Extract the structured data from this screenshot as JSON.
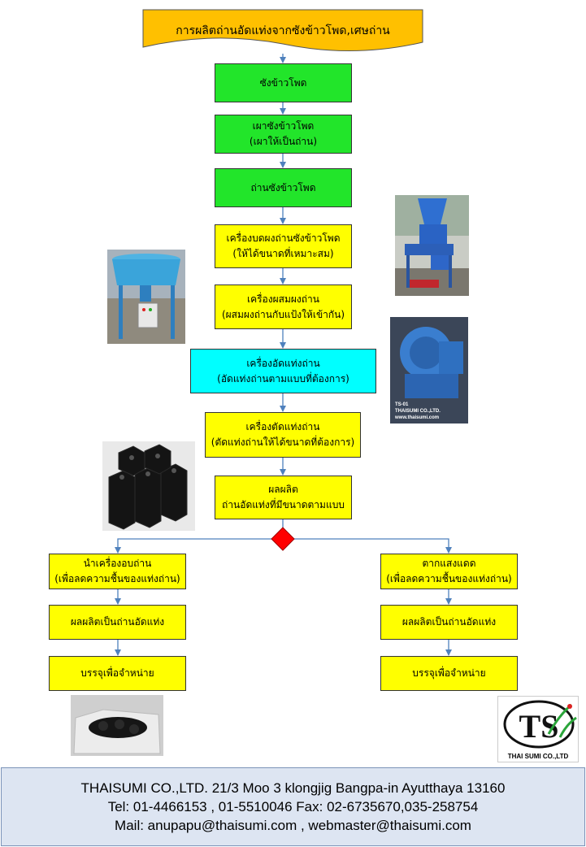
{
  "title": "การผลิตถ่านอัดแท่งจากซังข้าวโพด,เศษถ่าน",
  "steps": {
    "s1": {
      "line1": "ซังข้าวโพด"
    },
    "s2": {
      "line1": "เผาซังข้าวโพด",
      "line2": "(เผาให้เป็นถ่าน)"
    },
    "s3": {
      "line1": "ถ่านซังข้าวโพด"
    },
    "s4": {
      "line1": "เครื่องบดผงถ่านซังข้าวโพด",
      "line2": "(ให้ได้ขนาดที่เหมาะสม)"
    },
    "s5": {
      "line1": "เครื่องผสมผงถ่าน",
      "line2": "(ผสมผงถ่านกับแป้งให้เข้ากัน)"
    },
    "s6": {
      "line1": "เครื่องอัดแท่งถ่าน",
      "line2": "(อัดแท่งถ่านตามแบบที่ต้องการ)"
    },
    "s7": {
      "line1": "เครื่องตัดแท่งถ่าน",
      "line2": "(ตัดแท่งถ่านให้ได้ขนาดที่ต้องการ)"
    },
    "s8": {
      "line1": "ผลผลิต",
      "line2": "ถ่านอัดแท่งที่มีขนาดตามแบบ"
    }
  },
  "left_branch": {
    "b1": {
      "line1": "นำเครื่องอบถ่าน",
      "line2": "(เพื่อลดความชื้นของแท่งถ่าน)"
    },
    "b2": "ผลผลิตเป็นถ่านอัดแท่ง",
    "b3": "บรรจุเพื่อจำหน่าย"
  },
  "right_branch": {
    "b1": {
      "line1": "ตากแสงแดด",
      "line2": "(เพื่อลดความชื้นของแท่งถ่าน)"
    },
    "b2": "ผลผลิตเป็นถ่านอัดแท่ง",
    "b3": "บรรจุเพื่อจำหน่าย"
  },
  "photo_labels": {
    "extruder_model": "TS-01",
    "extruder_company": "THAISUMI CO.,LTD.",
    "extruder_web": "www.thaisumi.com"
  },
  "logo": {
    "mark": "TS",
    "text": "THAI SUMI CO.,LTD"
  },
  "footer": {
    "line1": "THAISUMI CO.,LTD. 21/3 Moo 3 klongjig Bangpa-in Ayutthaya 13160",
    "line2": "Tel: 01-4466153 , 01-5510046 Fax: 02-6735670,035-258754",
    "line3": "Mail: anupapu@thaisumi.com , webmaster@thaisumi.com"
  },
  "colors": {
    "green": "#22e52a",
    "yellow": "#ffff00",
    "cyan": "#00ffff",
    "title_fill": "#ffc000",
    "arrow": "#4f81bd",
    "decision": "#ff0000",
    "footer_bg": "#dde5f2"
  }
}
